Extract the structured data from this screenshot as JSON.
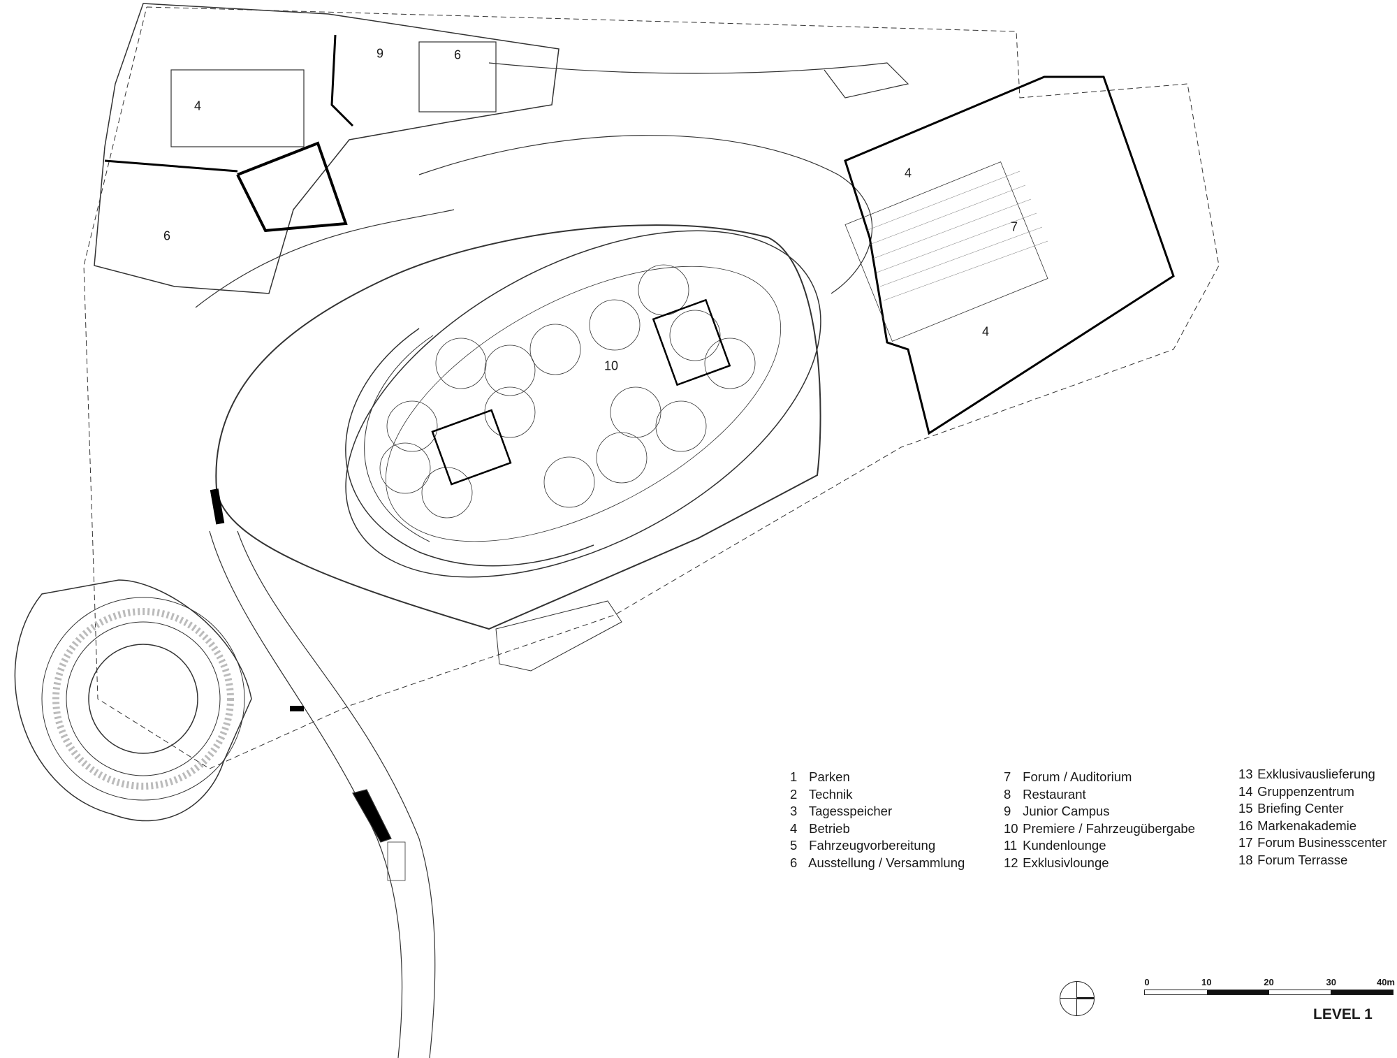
{
  "room_labels": [
    "9",
    "6",
    "4",
    "6",
    "4",
    "7",
    "4",
    "10"
  ],
  "legend": {
    "col1": [
      {
        "num": "1",
        "label": "Parken"
      },
      {
        "num": "2",
        "label": "Technik"
      },
      {
        "num": "3",
        "label": "Tagesspeicher"
      },
      {
        "num": "4",
        "label": "Betrieb"
      },
      {
        "num": "5",
        "label": "Fahrzeugvorbereitung"
      },
      {
        "num": "6",
        "label": "Ausstellung / Versammlung"
      }
    ],
    "col2": [
      {
        "num": "7",
        "label": "Forum / Auditorium"
      },
      {
        "num": "8",
        "label": "Restaurant"
      },
      {
        "num": "9",
        "label": "Junior Campus"
      },
      {
        "num": "10",
        "label": "Premiere / Fahrzeugübergabe"
      },
      {
        "num": "11",
        "label": "Kundenlounge"
      },
      {
        "num": "12",
        "label": "Exklusivlounge"
      }
    ],
    "col3": [
      {
        "num": "13",
        "label": "Exklusivauslieferung"
      },
      {
        "num": "14",
        "label": "Gruppenzentrum"
      },
      {
        "num": "15",
        "label": "Briefing Center"
      },
      {
        "num": "16",
        "label": "Markenakademie"
      },
      {
        "num": "17",
        "label": "Forum Businesscenter"
      },
      {
        "num": "18",
        "label": "Forum Terrasse"
      }
    ]
  },
  "scale_bar": {
    "ticks": [
      "0",
      "10",
      "20",
      "30",
      "40m"
    ]
  },
  "level_label": "LEVEL 1"
}
